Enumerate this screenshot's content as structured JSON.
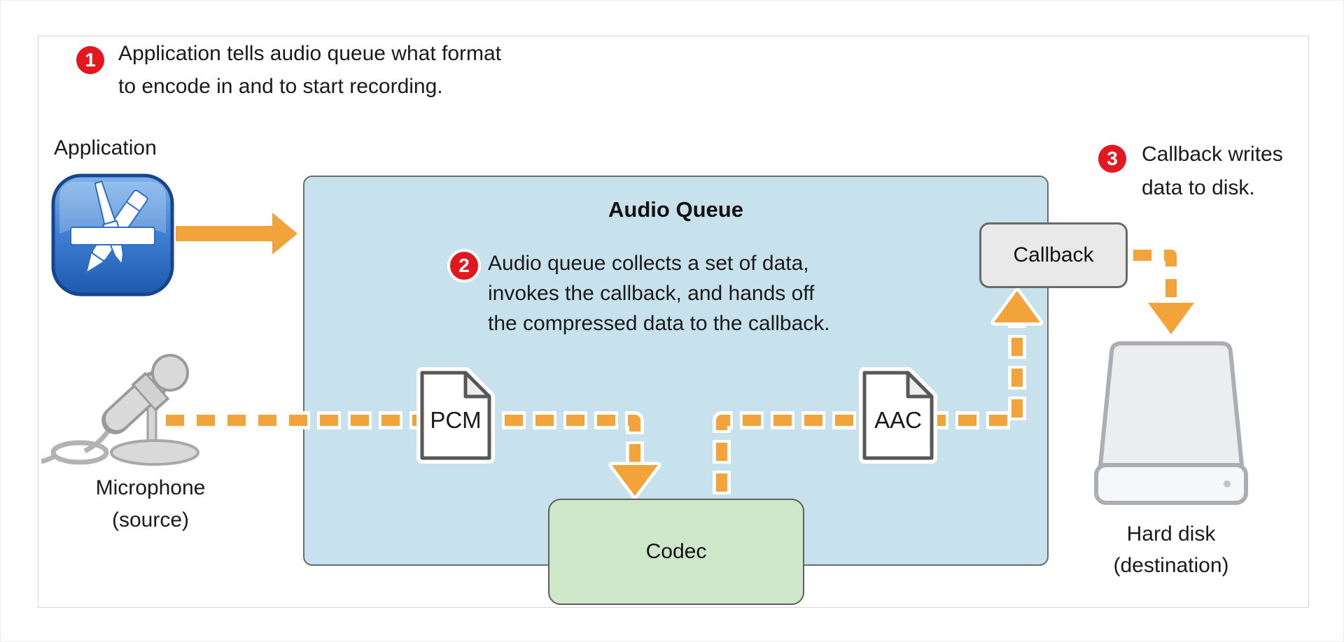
{
  "figure": {
    "description_steps": [
      {
        "number": "1",
        "text": "Application tells audio queue what format\nto encode in and to start recording."
      },
      {
        "number": "2",
        "text": "Audio queue collects a set of data,\ninvokes the callback, and hands off\nthe compressed data to the callback."
      },
      {
        "number": "3",
        "text": "Callback writes\ndata to disk."
      }
    ],
    "nodes": {
      "application_label": "Application",
      "audio_queue_title": "Audio Queue",
      "microphone_label": "Microphone\n(source)",
      "pcm_label": "PCM",
      "aac_label": "AAC",
      "codec_label": "Codec",
      "callback_label": "Callback",
      "hard_disk_label": "Hard disk\n(destination)"
    },
    "colors": {
      "audio_queue_fill": "#c7e2ec",
      "codec_fill": "#cde7c8",
      "callback_fill": "#e9e9e9",
      "arrow_orange": "#f2a33a",
      "badge_red": "#e1181f"
    }
  }
}
